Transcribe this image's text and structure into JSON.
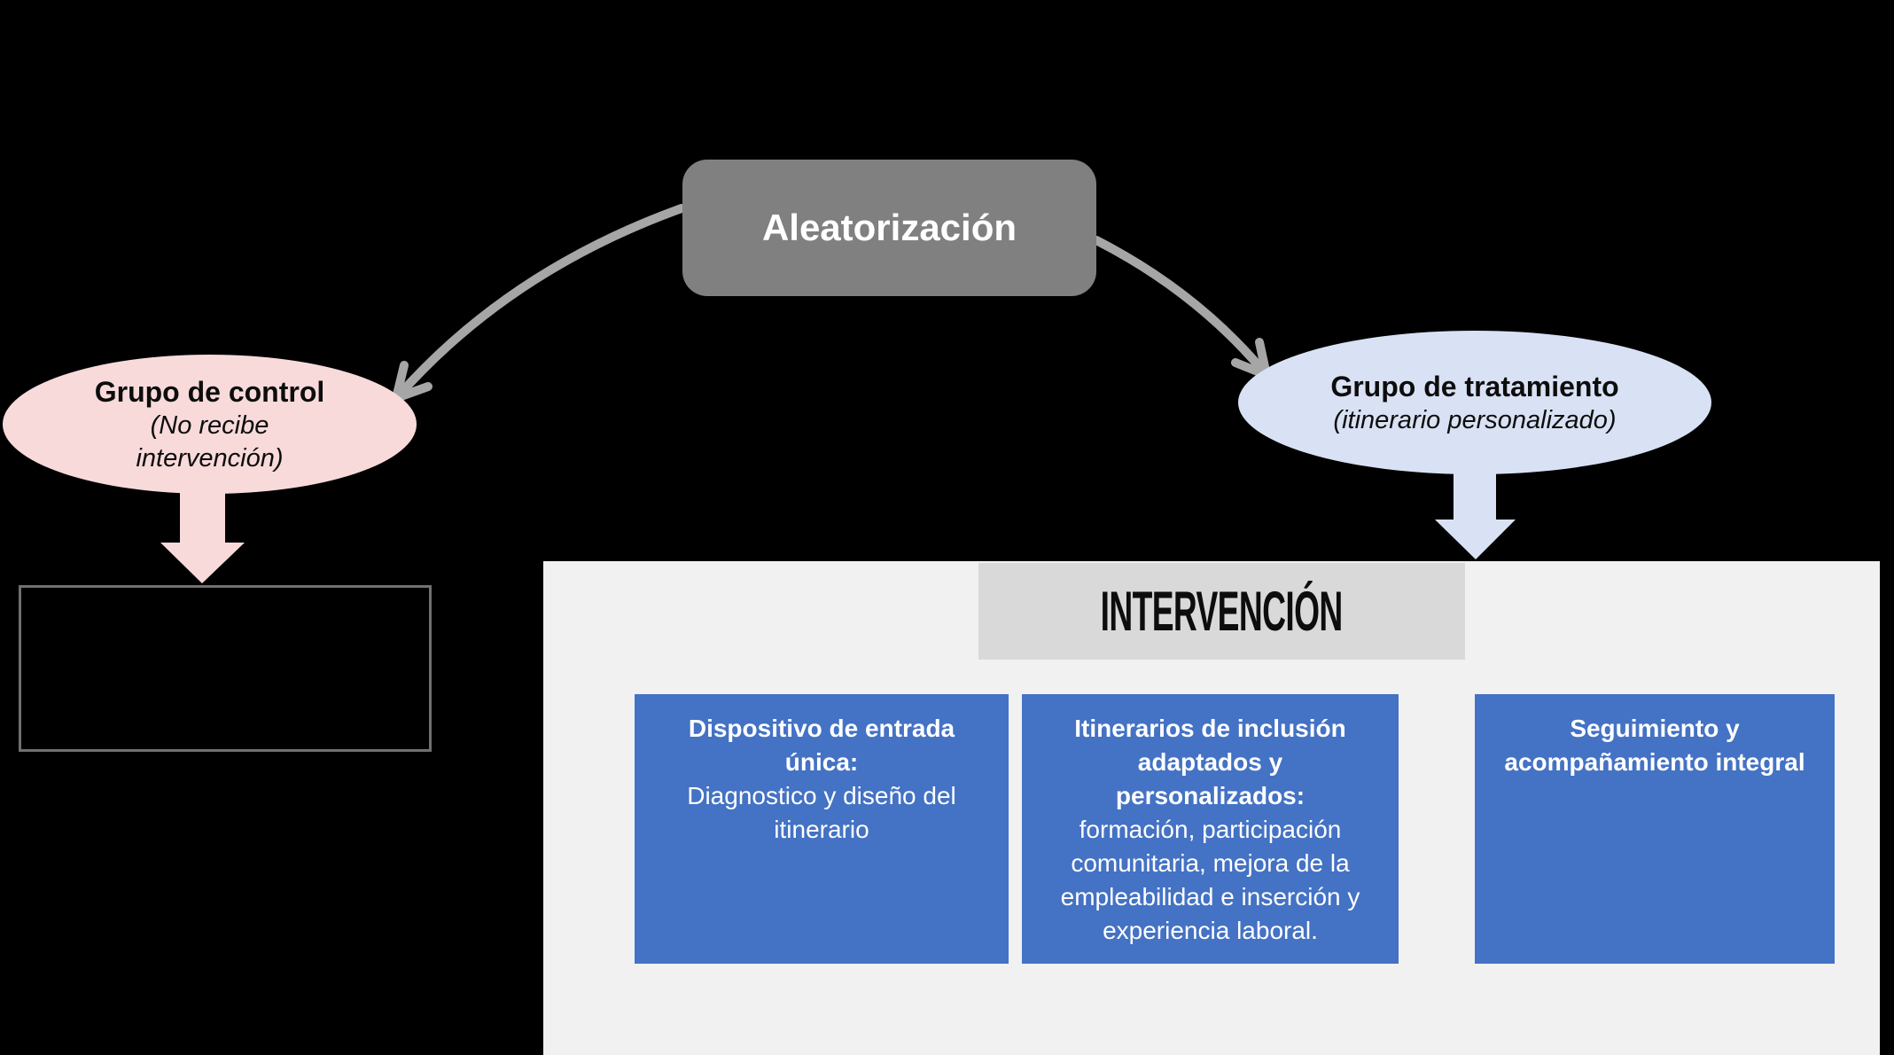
{
  "title_box": {
    "label": "Aleatorización"
  },
  "control_group": {
    "title": "Grupo de control",
    "subtitle": "(No recibe intervención)"
  },
  "treatment_group": {
    "title": "Grupo de tratamiento",
    "subtitle": "(itinerario personalizado)"
  },
  "intervention": {
    "header": "INTERVENCIÓN",
    "cards": [
      {
        "title": "Dispositivo de entrada única:",
        "body": "Diagnostico y diseño del itinerario"
      },
      {
        "title": "Itinerarios de inclusión adaptados y personalizados:",
        "body": "formación, participación comunitaria, mejora de la empleabilidad e inserción y experiencia laboral."
      },
      {
        "title": "Seguimiento y acompañamiento integral",
        "body": ""
      }
    ]
  },
  "colors": {
    "background": "#000000",
    "randomization_box": "#808080",
    "connector": "#A6A6A6",
    "control_fill": "#F8DADB",
    "treatment_fill": "#D9E2F4",
    "panel_bg": "#F1F1F2",
    "header_bg": "#D9D9D9",
    "card_bg": "#4472C4",
    "card_text": "#FFFFFF",
    "outline_box_border": "#707070"
  }
}
